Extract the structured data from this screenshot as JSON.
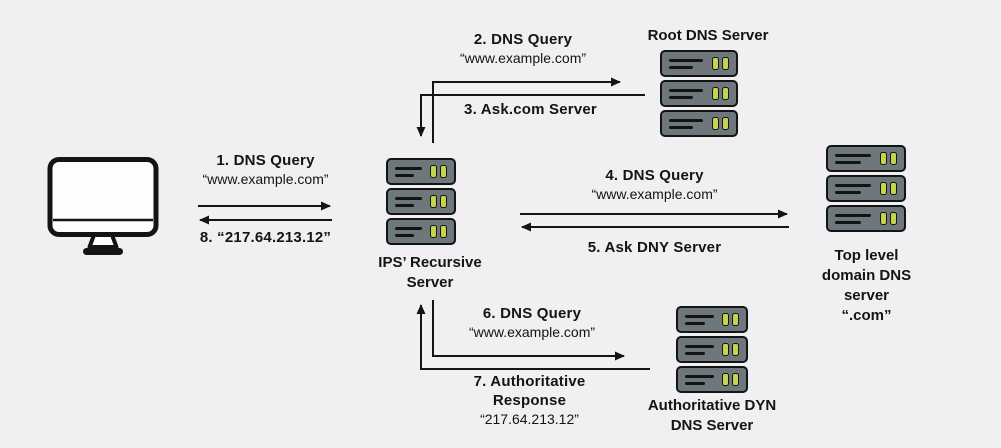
{
  "colors": {
    "background": "#f0eff2",
    "ink": "#141414",
    "server_body": "#6e777b",
    "server_led": "#c5d44e"
  },
  "nodes": {
    "recursive": {
      "lines": [
        "IPS’ Recursive",
        "Server"
      ]
    },
    "root": {
      "lines": [
        "Root DNS Server"
      ]
    },
    "tld": {
      "lines": [
        "Top level",
        "domain DNS",
        "server",
        "“.com”"
      ]
    },
    "authoritative": {
      "lines": [
        "Authoritative DYN",
        "DNS Server"
      ]
    }
  },
  "steps": {
    "s1": {
      "title": "1.  DNS Query",
      "value": "“www.example.com”"
    },
    "s2": {
      "title": "2. DNS Query",
      "value": "“www.example.com”"
    },
    "s3": {
      "title": "3. Ask.com Server"
    },
    "s4": {
      "title": "4. DNS Query",
      "value": "“www.example.com”"
    },
    "s5": {
      "title": "5. Ask DNY Server"
    },
    "s6": {
      "title": "6. DNS Query",
      "value": "“www.example.com”"
    },
    "s7": {
      "title": "7. Authoritative",
      "title2": "Response",
      "value": "“217.64.213.12”"
    },
    "s8": {
      "title": "8. “217.64.213.12”"
    }
  }
}
